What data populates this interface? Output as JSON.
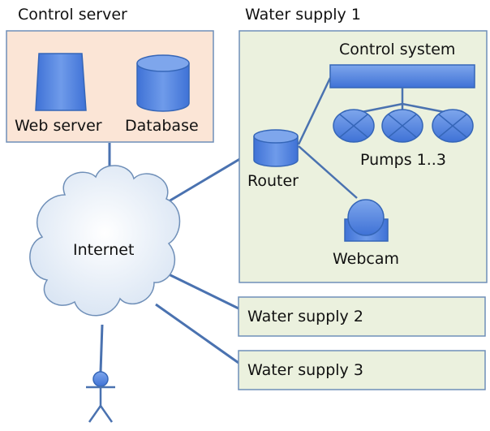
{
  "control_server": {
    "title": "Control server",
    "web_server_label": "Web server",
    "database_label": "Database"
  },
  "water_supply_1": {
    "title": "Water supply 1",
    "control_system_label": "Control system",
    "pumps_label": "Pumps 1..3",
    "router_label": "Router",
    "webcam_label": "Webcam"
  },
  "internet_label": "Internet",
  "water_supply_2_label": "Water supply 2",
  "water_supply_3_label": "Water supply 3",
  "colors": {
    "server_box_fill": "#fbe5d6",
    "supply_box_fill": "#ebf1de",
    "box_stroke": "#6f8fb8",
    "device_fill": "#4a86e8",
    "device_stroke": "#3566b8",
    "line": "#4a72b0",
    "cloud_fill": "#eef3fa"
  }
}
